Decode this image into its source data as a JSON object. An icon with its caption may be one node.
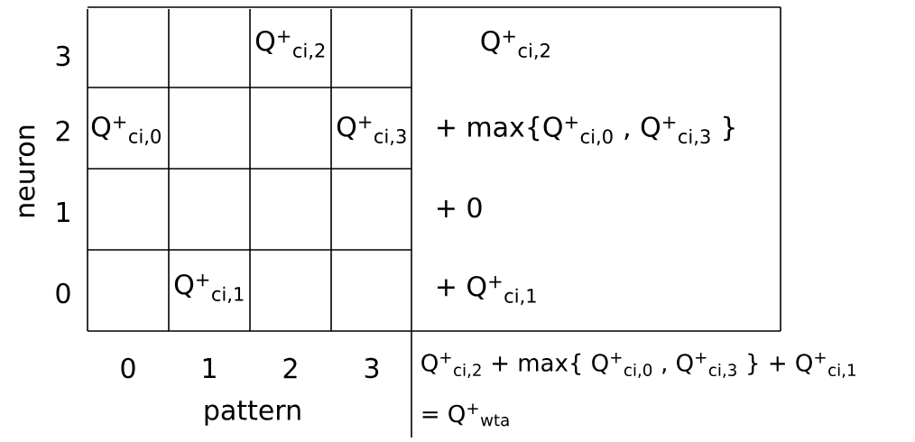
{
  "diagram": {
    "labels": [
      "neuron",
      "3",
      "Q$^{+}$$_{ci,2}$",
      "Q$^{+}$$_{ci,2}$",
      "2",
      "Q$^{+}$$_{ci,0}$",
      "Q$^{+}$$_{ci,3}$",
      "+ max{Q$^{+}$$_{ci,0}$ , Q$^{+}$$_{ci,3}$ }",
      "1",
      "+ 0",
      "0",
      "Q$^{+}$$_{ci,1}$",
      "+ Q$^{+}$$_{ci,1}$",
      "0",
      "1",
      "2",
      "3",
      "Q$^{+}$$_{ci,2}$ + max{ Q$^{+}$$_{ci,0}$ , Q$^{+}$$_{ci,3}$ } + Q$^{+}$$_{ci,1}$",
      "pattern",
      "= Q$^{+}$$_{wta}$"
    ]
  }
}
